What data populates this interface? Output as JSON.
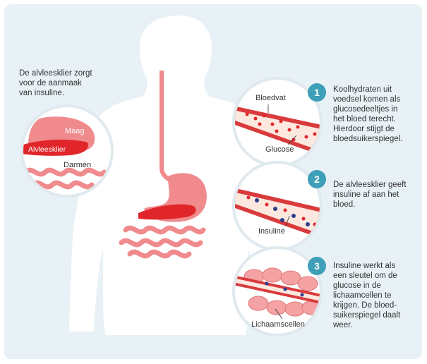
{
  "intro_text": "De alvleesklier zorgt\nvoor de aanmaak\nvan insuline.",
  "organs": {
    "maag": "Maag",
    "alvleesklier": "Alvleesklier",
    "darmen": "Darmen"
  },
  "steps": [
    {
      "number": "1",
      "text": "Koolhydraten uit\nvoedsel komen als\nglucosedeeltjes in\nhet bloed terecht.\nHierdoor stijgt de\nbloedsuikerspiegel.",
      "labels": [
        "Bloedvat",
        "Glucose"
      ]
    },
    {
      "number": "2",
      "text": "De alvleesklier geeft\ninsuline af aan het\nbloed.",
      "labels": [
        "Insuline"
      ]
    },
    {
      "number": "3",
      "text": "Insuline werkt als\neen sleutel om de\nglucose in de\nlichaamcellen te\nkrijgen. De bloed-\nsuikerspiegel daalt\nweer.",
      "labels": [
        "Lichaamscellen"
      ]
    }
  ],
  "colors": {
    "background": "#e8f1f5",
    "body_silhouette": "#ffffff",
    "organ_pink": "#f08a8c",
    "pancreas_red": "#e0262a",
    "vessel_red": "#d93a3c",
    "badge_teal": "#3d9fb8",
    "insulin_blue": "#2c3e8c",
    "cell_pink": "#f4a2a4"
  }
}
